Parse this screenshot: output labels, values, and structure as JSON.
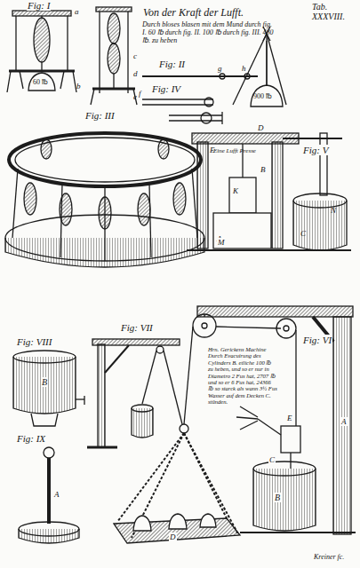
{
  "diagram": {
    "title": "Von der Kraft der Lufft.",
    "labels": [
      "Tab. XXXVIII.",
      "Durch bloses blasen mit dem Mund durch fig. I. 60 ℔ durch fig. II. 100 ℔ durch fig. III. 480 ℔. zu heben",
      "Fig: I",
      "Fig: II",
      "Fig: III",
      "Fig: IV",
      "Fig: V",
      "Fig: VI",
      "Fig: VII",
      "Fig: VIII",
      "Fig: IX",
      "60 ℔",
      "900 ℔",
      "Eine Lufft Presse",
      "Hrn. Gerickens Machine Durch Evacuirung des Cylinders B. etliche 100 ℔ zu heben, und so er nur in Diametro 2 Fus hat, 2707 ℔ und so er 6 Fus hat, 24366 ℔ so starck als wann 3½ Fus Wasser auf dem Decken C. stünden.",
      "Kreiner fc.",
      "a",
      "b",
      "c",
      "d",
      "e",
      "f",
      "g",
      "h",
      "A",
      "B",
      "C",
      "D",
      "E",
      "K",
      "M",
      "N",
      "A",
      "B",
      "C",
      "E",
      "D",
      "B",
      "A"
    ]
  }
}
